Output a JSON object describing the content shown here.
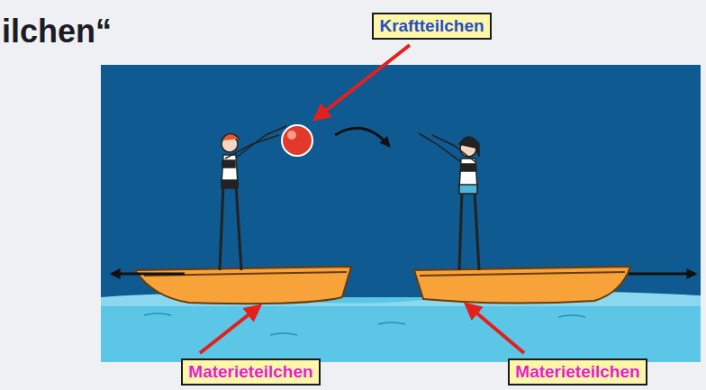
{
  "diagram": {
    "title": "ilchen“",
    "nodes": [
      {
        "text": [
          "Kraftteilchen"
        ]
      },
      {
        "text": [
          "Materieteilchen"
        ]
      },
      {
        "text": [
          "Materieteilchen"
        ]
      }
    ]
  }
}
